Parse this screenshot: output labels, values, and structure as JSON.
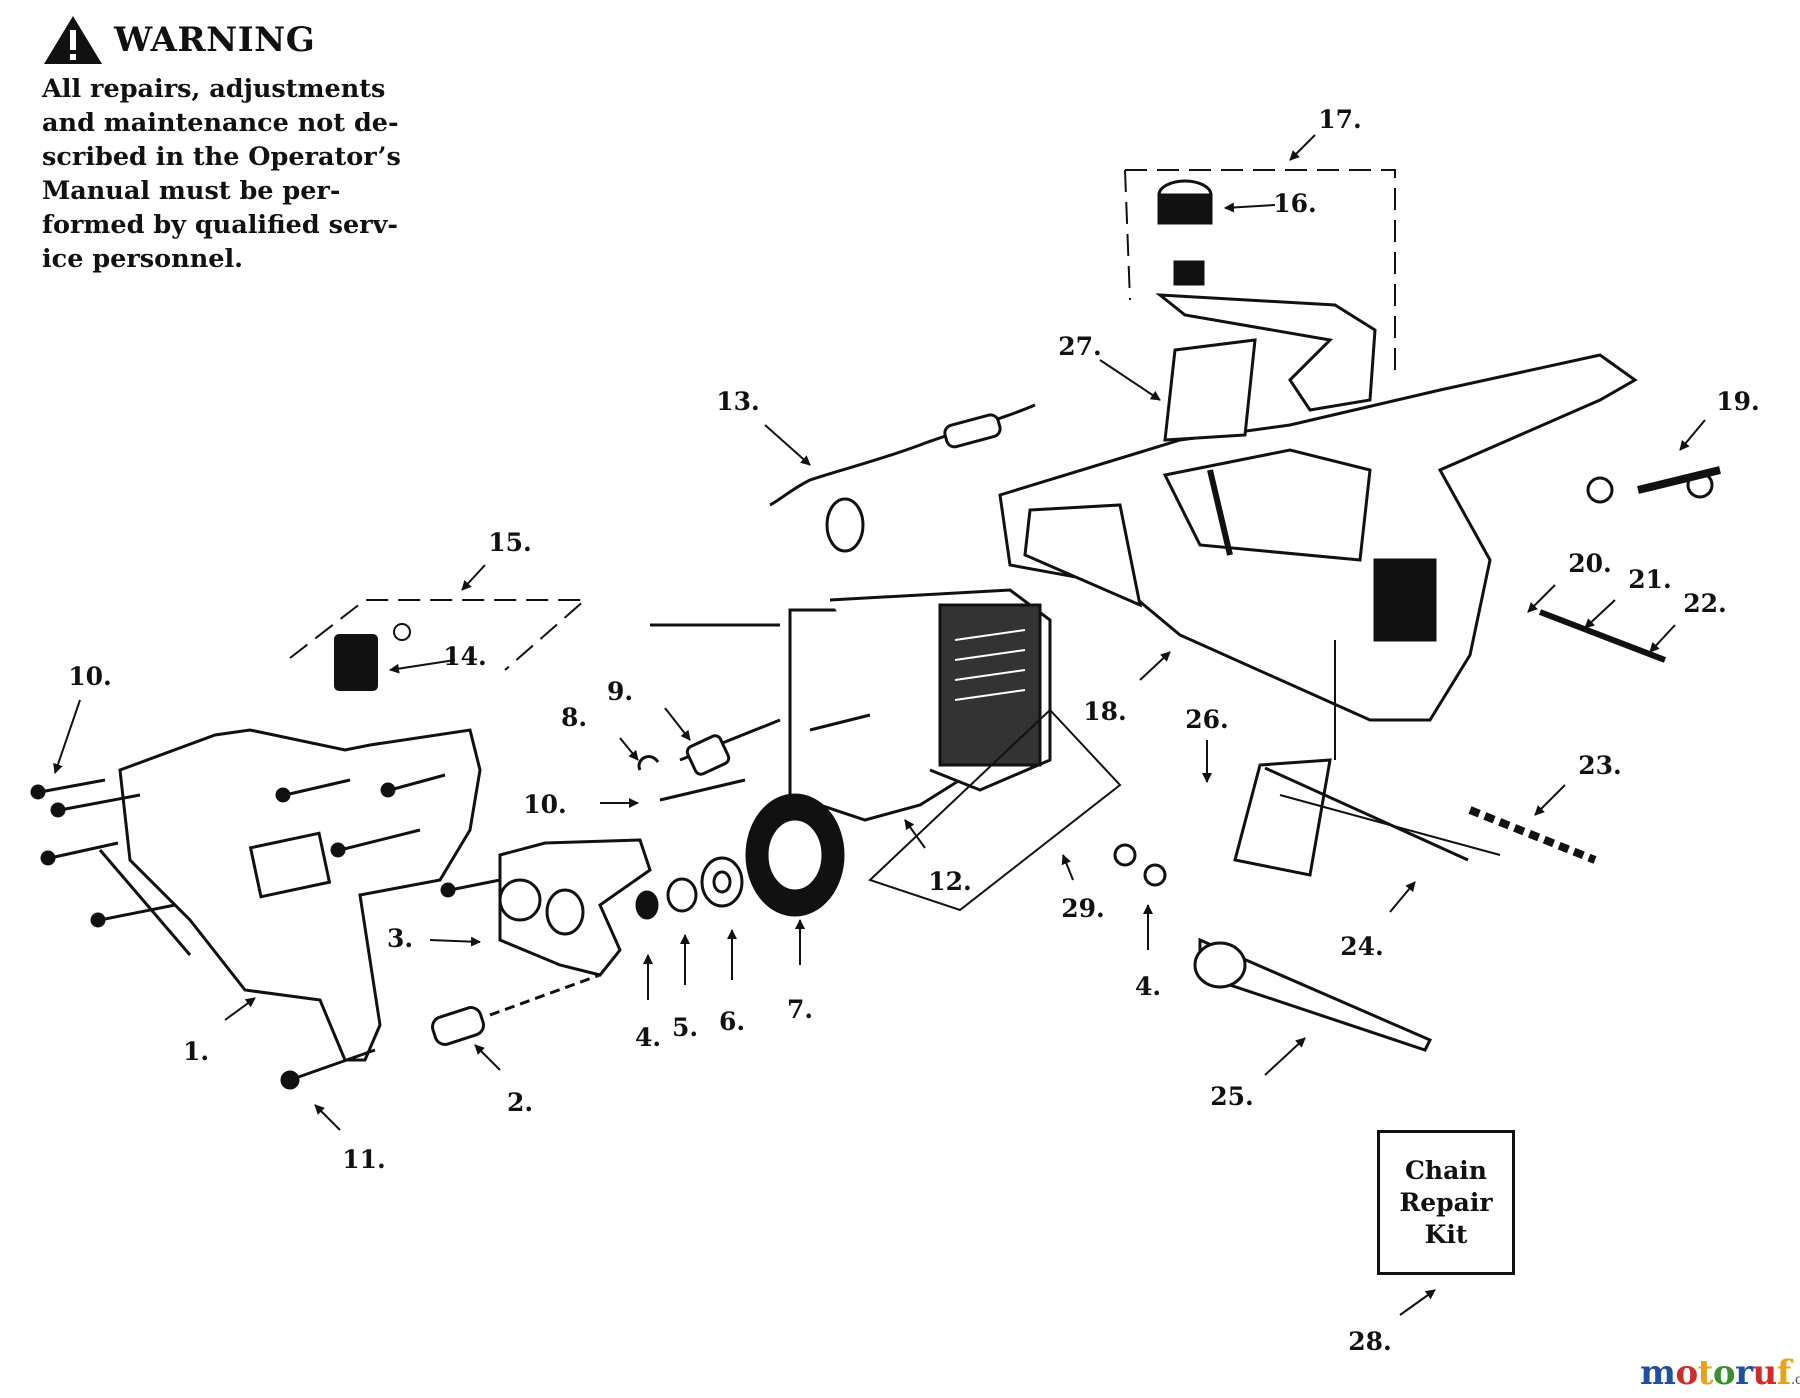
{
  "warning": {
    "title": "WARNING",
    "lines": [
      "All repairs, adjustments",
      "and maintenance not de-",
      "scribed in the Operator’s",
      "Manual must be per-",
      "formed by qualified serv-",
      "ice personnel."
    ]
  },
  "kit_box": {
    "lines": [
      "Chain",
      "Repair",
      "Kit"
    ]
  },
  "callouts": [
    "1.",
    "2.",
    "3.",
    "4.",
    "4.",
    "5.",
    "6.",
    "7.",
    "8.",
    "9.",
    "10.",
    "10.",
    "11.",
    "12.",
    "13.",
    "14.",
    "15.",
    "16.",
    "17.",
    "18.",
    "19.",
    "20.",
    "21.",
    "22.",
    "23.",
    "24.",
    "25.",
    "26.",
    "27.",
    "28.",
    "29."
  ],
  "watermark": {
    "letters": [
      "m",
      "o",
      "t",
      "o",
      "r",
      "u",
      "f"
    ],
    "colors": [
      "#1e4fa0",
      "#d12a2a",
      "#e8a21b",
      "#3a8f2e",
      "#1e4fa0",
      "#d12a2a",
      "#e8a21b"
    ],
    "domain": ".de"
  }
}
